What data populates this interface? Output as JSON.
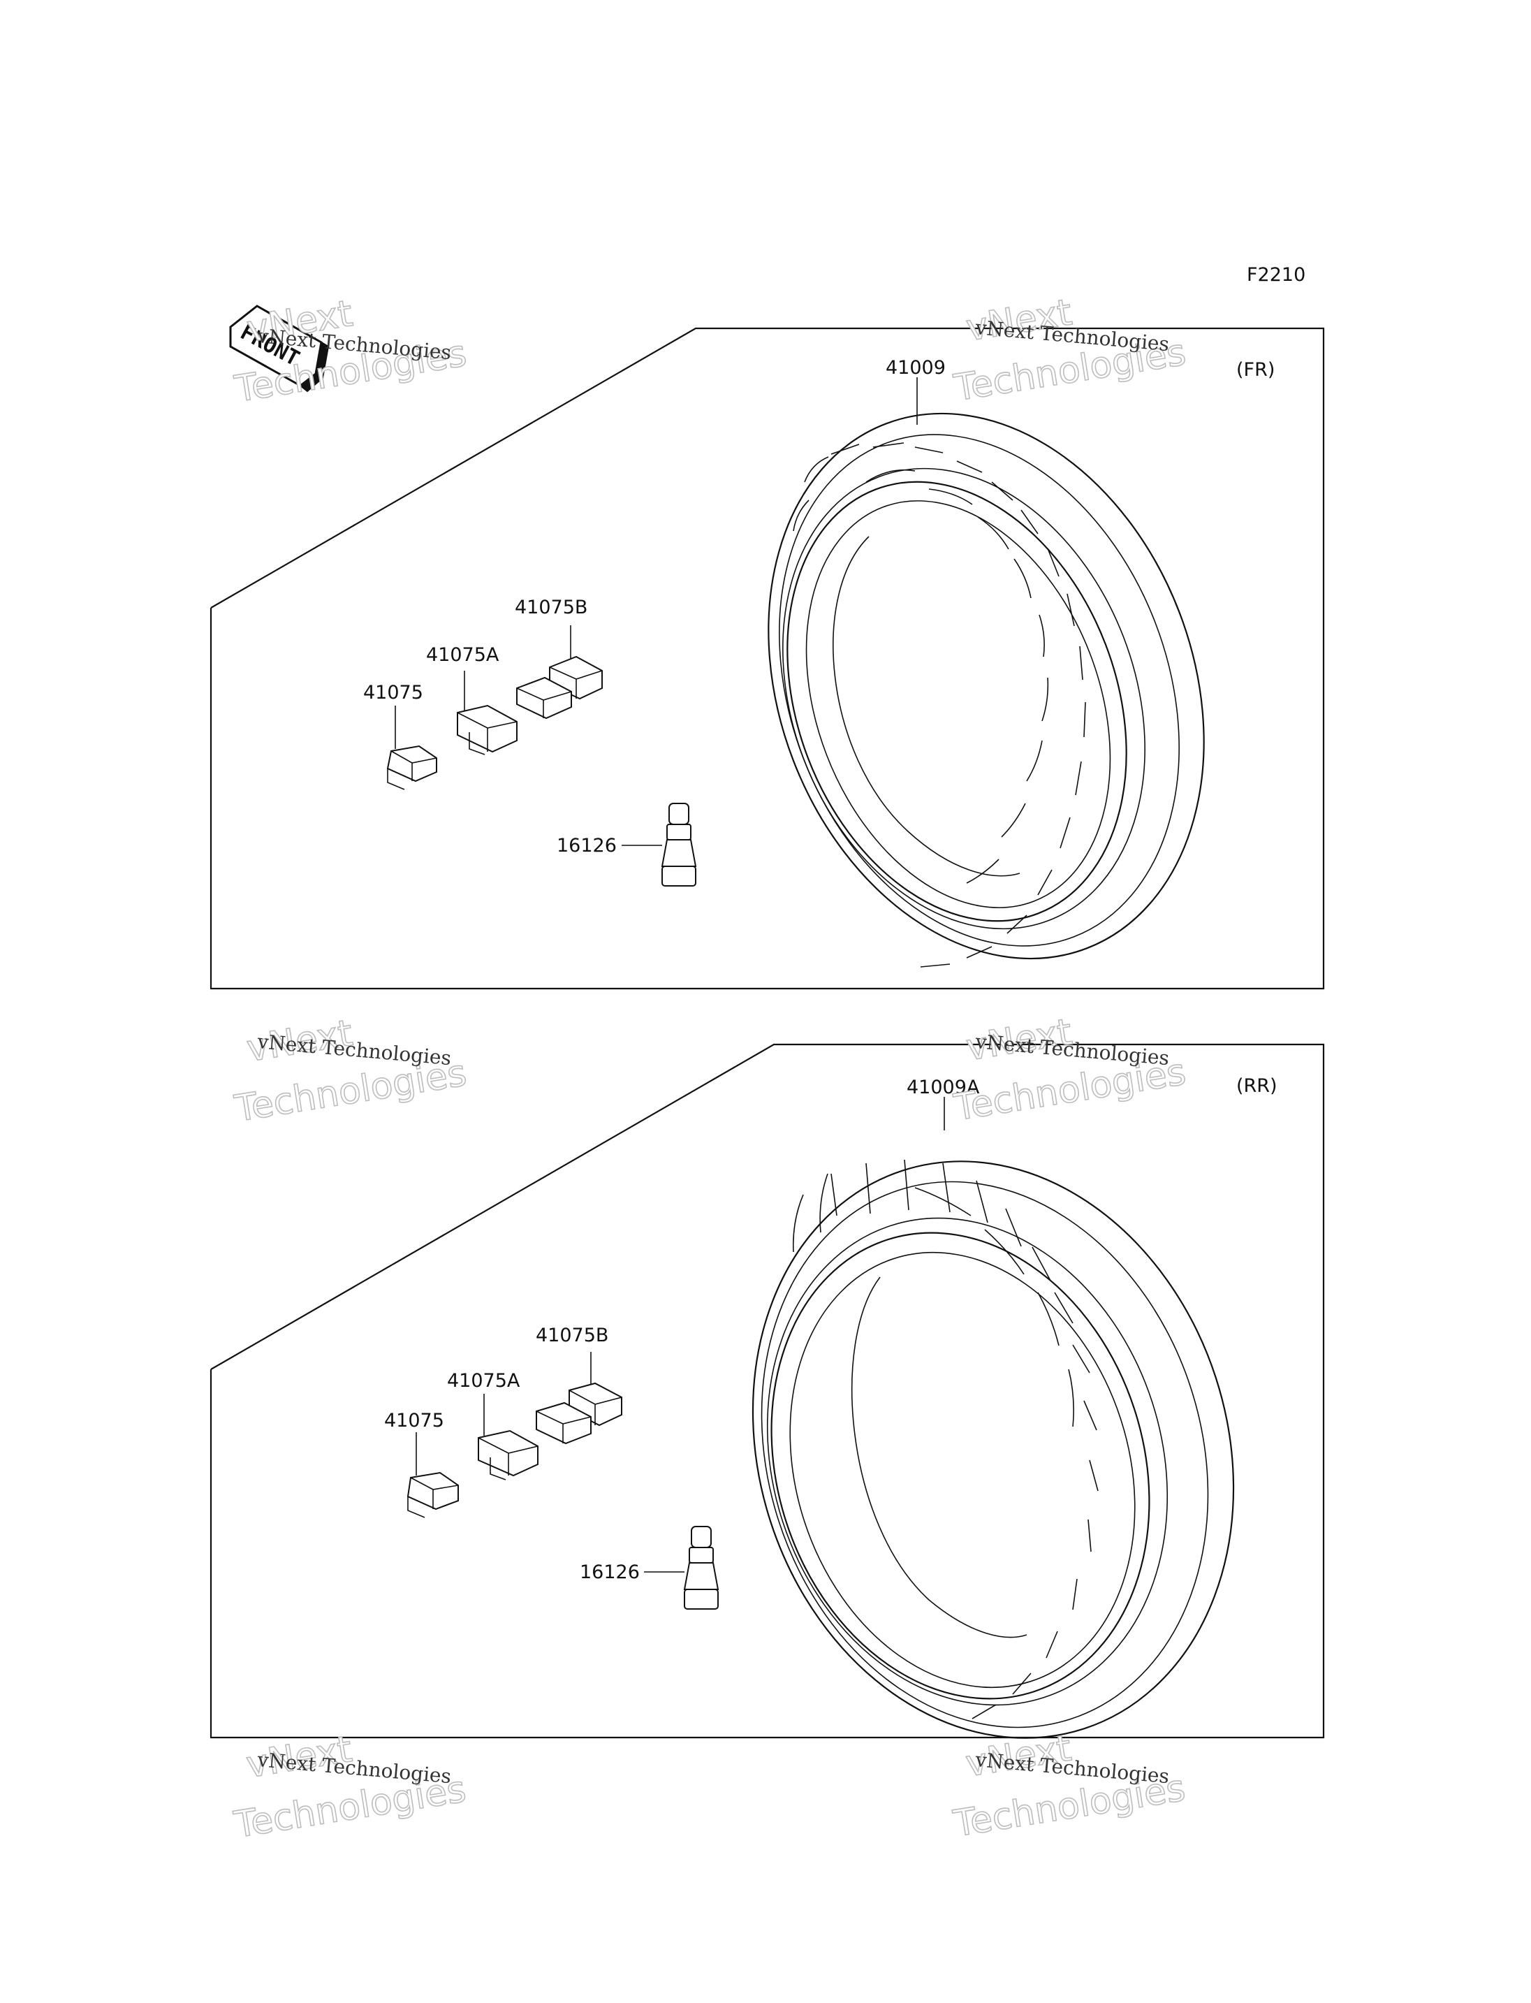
{
  "figure_code": "F2210",
  "front_label": "FRONT",
  "watermark": {
    "line1": "vNext Technologies",
    "big_line1": "vNext",
    "big_line2": "Technologies"
  },
  "panels": [
    {
      "position_label": "(FR)",
      "parts": {
        "tire": "41009",
        "weight": "41075",
        "weight_a": "41075A",
        "weight_b": "41075B",
        "valve": "16126"
      }
    },
    {
      "position_label": "(RR)",
      "parts": {
        "tire": "41009A",
        "weight": "41075",
        "weight_a": "41075A",
        "weight_b": "41075B",
        "valve": "16126"
      }
    }
  ]
}
